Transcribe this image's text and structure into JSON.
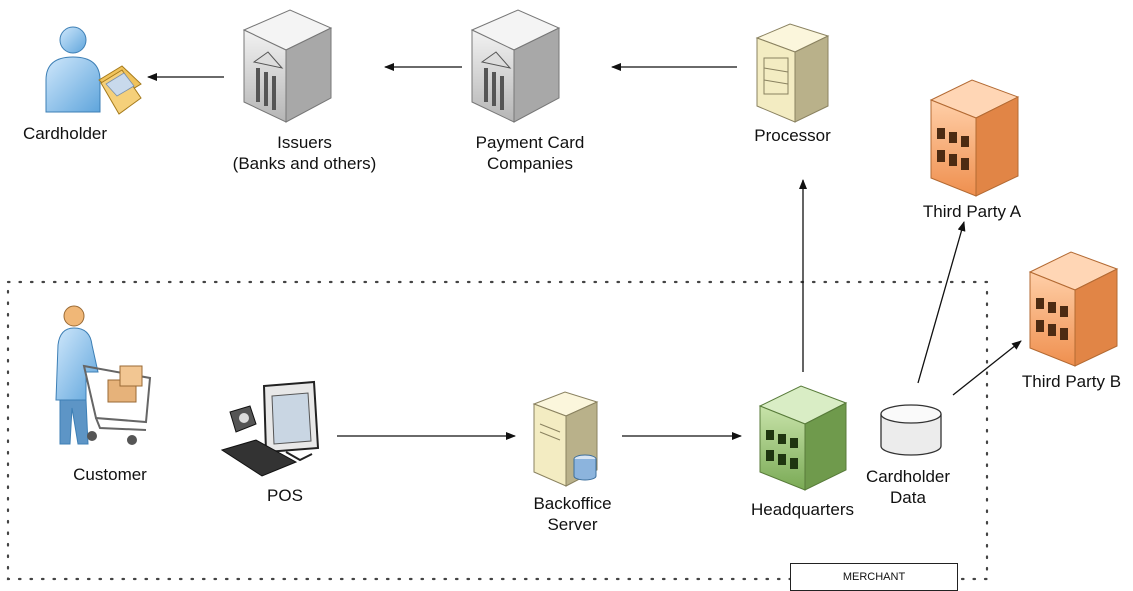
{
  "nodes": {
    "cardholder": {
      "label": "Cardholder"
    },
    "issuers": {
      "line1": "Issuers",
      "line2": "(Banks and others)"
    },
    "card_companies": {
      "line1": "Payment Card",
      "line2": "Companies"
    },
    "processor": {
      "label": "Processor"
    },
    "third_party_a": {
      "label": "Third Party A"
    },
    "third_party_b": {
      "label": "Third Party B"
    },
    "customer": {
      "label": "Customer"
    },
    "pos": {
      "label": "POS"
    },
    "backoffice": {
      "line1": "Backoffice",
      "line2": "Server"
    },
    "headquarters": {
      "label": "Headquarters"
    },
    "cardholder_data": {
      "line1": "Cardholder",
      "line2": "Data"
    }
  },
  "merchant_boundary": {
    "label": "MERCHANT"
  },
  "colors": {
    "building_gray": "#d9d9d9",
    "building_orange": "#f4a46c",
    "building_green": "#9cc57a",
    "person_blue": "#7fb8e6",
    "arrow": "#111111"
  }
}
